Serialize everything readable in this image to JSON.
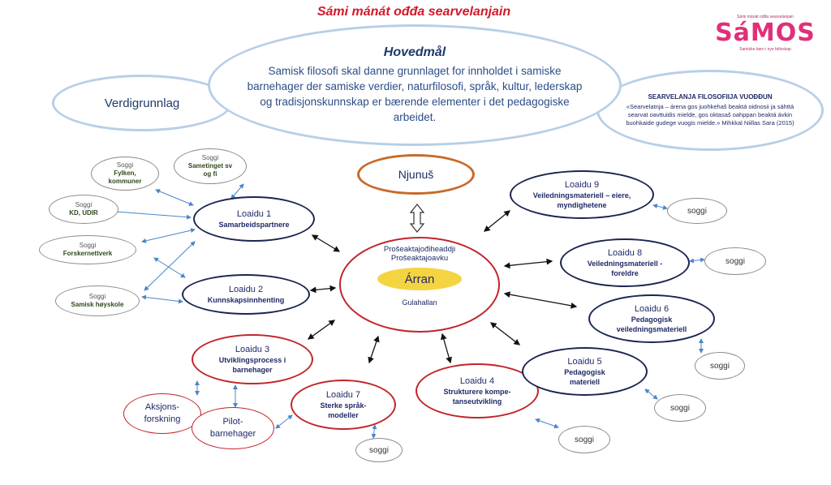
{
  "header": {
    "title": "Sámi mánát ođđa searvelanjain"
  },
  "logo": {
    "text": "SáMOS",
    "tagline1": "Sámi mánát ođđa searvelanjain",
    "tagline2": "Samiske barn i nye felleskap"
  },
  "hovedmal": {
    "heading": "Hovedmål",
    "body": "Samisk filosofi skal danne grunnlaget for innholdet i samiske barnehager der samiske verdier, naturfilosofi, språk, kultur, lederskap og tradisjonskunnskap er bærende elementer i det pedagogiske arbeidet."
  },
  "verdigrunnlag": {
    "label": "Verdigrunnlag"
  },
  "filosofija": {
    "heading": "SEARVELANJA FILOSOFIIJA VUOĐĐUN",
    "quote": "«Searvelatnja – árena gos juohkehaš beaktá oidnosii ja sáhttá searvat oavttuidis mielde, gos oktasaš oahppan beaktá ávkin buohkaide gudege vuogis mielde.» Mihkkal Niillas Sara (2015)"
  },
  "njunus": {
    "label": "Njunuš"
  },
  "center": {
    "top1": "Prošeaktajođiheaddji",
    "top2": "Prošeaktajoavku",
    "core": "Árran",
    "bottom": "Gulahallan"
  },
  "loaidu": {
    "l1": {
      "title": "Loaidu 1",
      "sub": "Samarbeidspartnere"
    },
    "l2": {
      "title": "Loaidu 2",
      "sub": "Kunnskapsinnhenting"
    },
    "l3": {
      "title": "Loaidu 3",
      "sub": "Utviklingsprocess i barnehager"
    },
    "l4": {
      "title": "Loaidu 4",
      "sub": "Strukturere kompe-tanseutvikling"
    },
    "l5": {
      "title": "Loaidu 5",
      "sub": "Pedagogisk materiell"
    },
    "l6": {
      "title": "Loaidu 6",
      "sub": "Pedagogisk veiledningsmateriell"
    },
    "l7": {
      "title": "Loaidu 7",
      "sub": "Sterke språk-modeller"
    },
    "l8": {
      "title": "Loaidu 8",
      "sub": "Veiledningsmateriell - foreldre"
    },
    "l9": {
      "title": "Loaidu 9",
      "sub": "Veiledningsmateriell – eiere, myndighetene"
    }
  },
  "partners": {
    "fylken": {
      "soggi": "Soggi",
      "name": "Fylken, kommuner"
    },
    "sametinget": {
      "soggi": "Soggi",
      "name": "Sametinget sv og fi"
    },
    "kd": {
      "soggi": "Soggi",
      "name": "KD, UDIR"
    },
    "forskernett": {
      "soggi": "Soggi",
      "name": "Forskernettverk"
    },
    "hoyskole": {
      "soggi": "Soggi",
      "name": "Samisk høyskole"
    }
  },
  "aksjons": {
    "label": "Aksjons-forskning"
  },
  "pilot": {
    "label": "Pilot-barnehager"
  },
  "soggi": {
    "s4": "soggi",
    "s5": "soggi",
    "s6": "soggi",
    "s7": "soggi",
    "s8": "soggi",
    "s9": "soggi"
  }
}
